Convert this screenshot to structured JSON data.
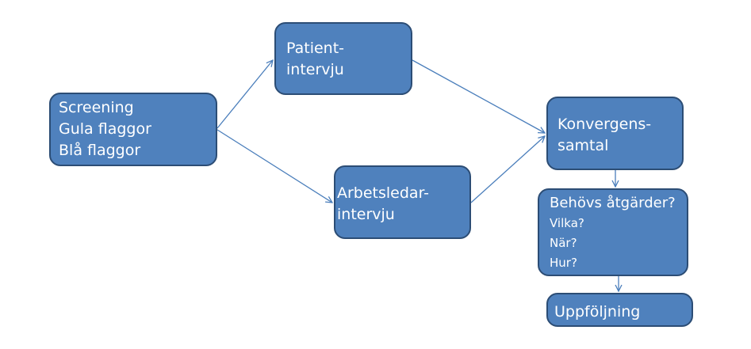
{
  "colors": {
    "box_fill": "#4f81bd",
    "box_border": "#2c4d75",
    "text": "#ffffff",
    "connector": "#4a7ebb"
  },
  "boxes": {
    "screening": {
      "lines": [
        "Screening",
        "Gula flaggor",
        "Blå flaggor"
      ]
    },
    "patient": {
      "lines": [
        "Patient-",
        "intervju"
      ]
    },
    "arbetsledare": {
      "lines": [
        "Arbetsledar-",
        "intervju"
      ]
    },
    "konvergens": {
      "lines": [
        "Konvergens-",
        "samtal"
      ]
    },
    "behovs": {
      "lines": [
        "Behövs åtgärder?",
        "Vilka?",
        "När?",
        "Hur?"
      ]
    },
    "uppfoljning": {
      "lines": [
        "Uppföljning"
      ]
    }
  },
  "edges": [
    {
      "from": "screening",
      "to": "patient"
    },
    {
      "from": "screening",
      "to": "arbetsledare"
    },
    {
      "from": "patient",
      "to": "konvergens"
    },
    {
      "from": "arbetsledare",
      "to": "konvergens"
    },
    {
      "from": "konvergens",
      "to": "behovs"
    },
    {
      "from": "behovs",
      "to": "uppfoljning"
    }
  ]
}
